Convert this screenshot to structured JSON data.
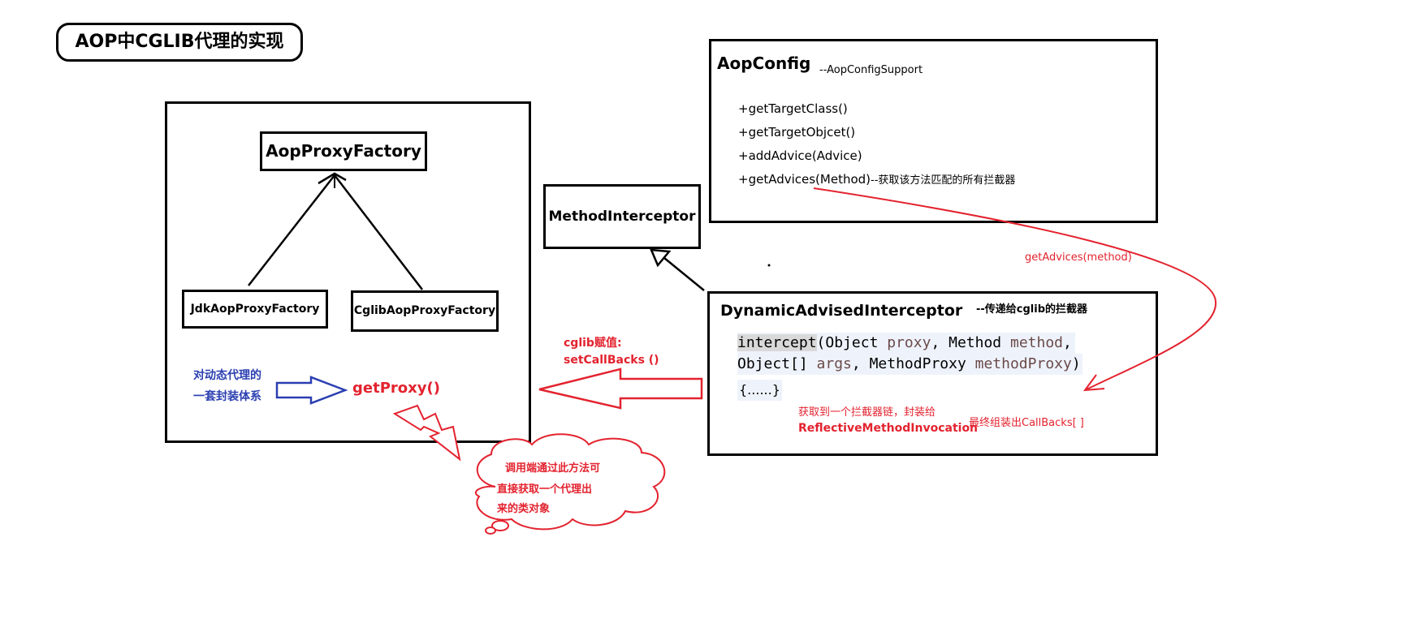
{
  "title": "AOP中CGLIB代理的实现",
  "factory": {
    "name": "AopProxyFactory",
    "jdk": "JdkAopProxyFactory",
    "cglib": "CglibAopProxyFactory",
    "note_line1": "对动态代理的",
    "note_line2": "一套封装体系",
    "get_proxy": "getProxy()"
  },
  "bubble": {
    "line1": "调用端通过此方法可",
    "line2": "直接获取一个代理出",
    "line3": "来的类对象"
  },
  "method_interceptor": "MethodInterceptor",
  "aop_config": {
    "name": "AopConfig",
    "suffix": "--AopConfigSupport",
    "methods": [
      "+getTargetClass()",
      "+getTargetObjcet()",
      "+addAdvice(Advice)"
    ],
    "last_method": "+getAdvices(Method)",
    "last_method_note": "--获取该方法匹配的所有拦截器"
  },
  "dynamic": {
    "name": "DynamicAdvisedInterceptor",
    "suffix": "--传递给cglib的拦截器",
    "code_kw": "intercept",
    "code_line1_a": "(Object ",
    "code_line1_b": "proxy",
    "code_line1_c": ", Method ",
    "code_line1_d": "method",
    "code_line1_e": ",",
    "code_line2_a": "Object[] ",
    "code_line2_b": "args",
    "code_line2_c": ", MethodProxy ",
    "code_line2_d": "methodProxy",
    "code_line2_e": ")",
    "body": "{......}",
    "note1": "获取到一个拦截器链，封装给",
    "note2": "ReflectiveMethodInvocation",
    "note3": "最终组装出CallBacks[ ]"
  },
  "cglib_assign": {
    "line1": "cglib赋值:",
    "line2": "setCallBacks  ()"
  },
  "get_advices_label": "getAdvices(method)",
  "colors": {
    "red": "#e3232f",
    "blue": "#2b3fb1",
    "code_bg": "#eef3fb",
    "kw_bg": "#d9d9d9"
  }
}
